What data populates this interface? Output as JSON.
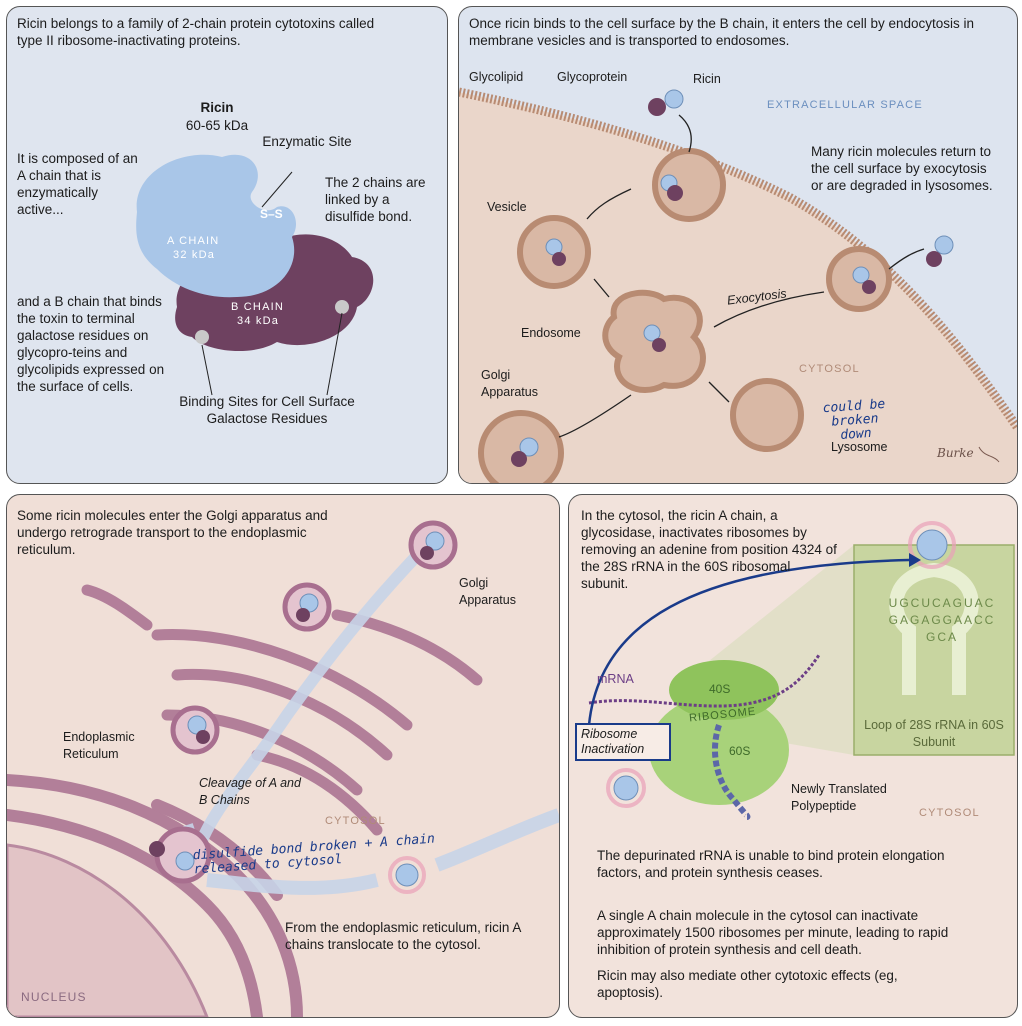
{
  "panel1": {
    "intro": "Ricin belongs to a family of 2-chain protein cytotoxins called type II ribosome-inactivating proteins.",
    "title": "Ricin",
    "mass": "60-65 kDa",
    "composed": "It is composed of an A chain that is enzymatically active...",
    "enzymatic_site": "Enzymatic Site",
    "two_chains": "The 2 chains are linked by a disulfide bond.",
    "ss_label": "S–S",
    "a_chain": "A CHAIN",
    "a_mass": "32 kDa",
    "b_chain": "B CHAIN",
    "b_mass": "34 kDa",
    "b_chain_text": "and a B chain that binds the toxin to terminal galactose residues on glycopro-teins and glycolipids expressed on the surface of cells.",
    "binding_sites": "Binding Sites for Cell Surface Galactose Residues"
  },
  "panel2": {
    "intro": "Once ricin binds to the cell surface by the B chain, it enters the cell by endocytosis in membrane vesicles and is transported to endosomes.",
    "glycolipid": "Glycolipid",
    "glycoprotein": "Glycoprotein",
    "ricin": "Ricin",
    "extracellular": "EXTRACELLULAR SPACE",
    "return_text": "Many ricin molecules return to the cell surface by exocytosis or are degraded in lysosomes.",
    "vesicle": "Vesicle",
    "exocytosis": "Exocytosis",
    "endosome": "Endosome",
    "cytosol": "CYTOSOL",
    "golgi": "Golgi Apparatus",
    "lysosome": "Lysosome",
    "handwritten": "could be broken down",
    "signature": "Burke"
  },
  "panel3": {
    "intro": "Some ricin molecules enter the Golgi apparatus and undergo retrograde transport to the endoplasmic reticulum.",
    "golgi": "Golgi Apparatus",
    "er": "Endoplasmic Reticulum",
    "cleavage": "Cleavage of A and B Chains",
    "cytosol": "CYTOSOL",
    "handwritten": "disulfide bond broken + A chain released to cytosol",
    "translocate": "From the endoplasmic reticulum, ricin A chains translocate to the cytosol.",
    "nucleus": "NUCLEUS"
  },
  "panel4": {
    "intro": "In the cytosol, the ricin A chain, a glycosidase, inactivates ribosomes by removing an adenine from position 4324 of the 28S rRNA in the 60S ribosomal subunit.",
    "mrna": "mRNA",
    "s40": "40S",
    "ribosome": "RIBOSOME",
    "s60": "60S",
    "inactivation": "Ribosome Inactivation",
    "polypeptide": "Newly Translated Polypeptide",
    "cytosol": "CYTOSOL",
    "loop": "Loop of 28S rRNA in 60S Subunit",
    "rna_seq": "UGCUCAGUACGAGAGGAACCGCA",
    "depurinated": "The depurinated rRNA is unable to bind protein elongation factors, and protein synthesis ceases.",
    "single": "A single A chain molecule in the cytosol can inactivate approximately 1500 ribosomes per minute, leading to rapid inhibition of protein synthesis and cell death.",
    "other": "Ricin may also mediate other cytotoxic effects (eg, apoptosis)."
  },
  "colors": {
    "a_chain": "#a9c6e8",
    "b_chain": "#6e4160",
    "membrane": "#c39a82",
    "cytosol_bg": "#f0dfd7",
    "ribosome": "#9ccc6a",
    "annotation_ink": "#1a3b8a"
  }
}
